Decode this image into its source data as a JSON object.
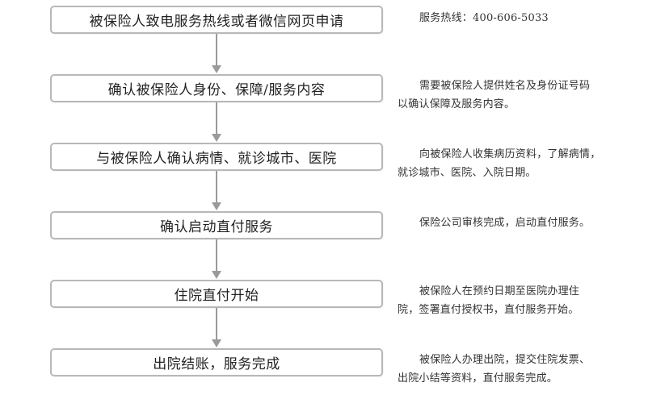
{
  "steps": [
    {
      "label": "被保险人致电服务热线或者微信网页申请"
    },
    {
      "label": "确认被保险人身份、保障/服务内容"
    },
    {
      "label": "与被保险人确认病情、就诊城市、医院"
    },
    {
      "label": "确认启动直付服务"
    },
    {
      "label": "住院直付开始"
    },
    {
      "label": "出院结账，服务完成"
    }
  ],
  "notes": [
    {
      "lines": [
        "服务热线：400-606-5033"
      ]
    },
    {
      "lines": [
        "需要被保险人提供姓名及身份证号码",
        "以确认保障及服务内容。"
      ]
    },
    {
      "lines": [
        "向被保险人收集病历资料，了解病情，",
        "就诊城市、医院、入院日期。"
      ]
    },
    {
      "lines": [
        "保险公司审核完成，启动直付服务。"
      ]
    },
    {
      "lines": [
        "被保险人在预约日期至医院办理住",
        "院，签署直付授权书，直付服务开始。"
      ]
    },
    {
      "lines": [
        "被保险人办理出院，提交住院发票、",
        "出院小结等资料，直付服务完成。"
      ]
    }
  ]
}
